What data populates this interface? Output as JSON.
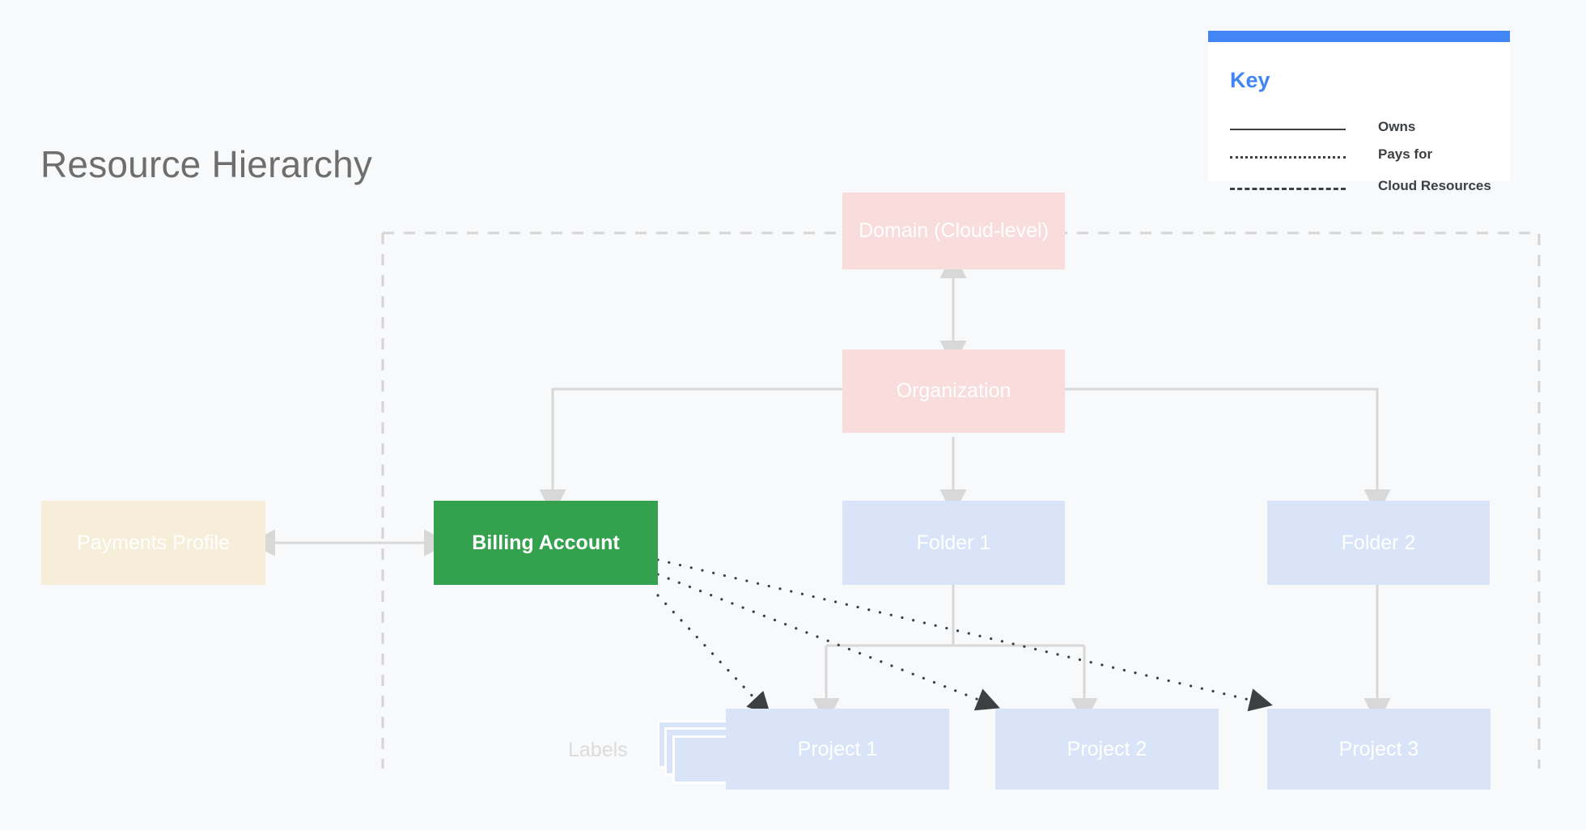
{
  "page": {
    "title": "Resource Hierarchy",
    "background_color": "#f7f9fa"
  },
  "key": {
    "title": "Key",
    "accent_color": "#4285f4",
    "rows": [
      {
        "style": "solid",
        "label": "Owns"
      },
      {
        "style": "dotted",
        "label": "Pays for"
      },
      {
        "style": "dashed",
        "label": "Cloud Resources"
      }
    ]
  },
  "diagram": {
    "nodes": [
      {
        "id": "domain",
        "label": "Domain (Cloud-level)",
        "color": "#f9dcdc"
      },
      {
        "id": "organization",
        "label": "Organization",
        "color": "#f9dcdc"
      },
      {
        "id": "payments",
        "label": "Payments Profile",
        "color": "#f7eed9"
      },
      {
        "id": "billing",
        "label": "Billing Account",
        "color": "#34a14e"
      },
      {
        "id": "folder1",
        "label": "Folder 1",
        "color": "#d9e4f8"
      },
      {
        "id": "folder2",
        "label": "Folder 2",
        "color": "#d9e4f8"
      },
      {
        "id": "project1",
        "label": "Project 1",
        "color": "#d9e4f8"
      },
      {
        "id": "project2",
        "label": "Project 2",
        "color": "#d9e4f8"
      },
      {
        "id": "project3",
        "label": "Project 3",
        "color": "#d9e4f8"
      }
    ],
    "labels_annotation": "Labels",
    "edges": [
      {
        "from": "domain",
        "to": "organization",
        "type": "owns",
        "arrows": "both"
      },
      {
        "from": "organization",
        "to": "billing",
        "type": "owns",
        "arrows": "end"
      },
      {
        "from": "organization",
        "to": "folder1",
        "type": "owns",
        "arrows": "end"
      },
      {
        "from": "organization",
        "to": "folder2",
        "type": "owns",
        "arrows": "end"
      },
      {
        "from": "payments",
        "to": "billing",
        "type": "owns",
        "arrows": "both"
      },
      {
        "from": "folder1",
        "to": "project1",
        "type": "owns",
        "arrows": "end"
      },
      {
        "from": "folder1",
        "to": "project2",
        "type": "owns",
        "arrows": "end"
      },
      {
        "from": "folder2",
        "to": "project3",
        "type": "owns",
        "arrows": "end"
      },
      {
        "from": "billing",
        "to": "project1",
        "type": "pays-for",
        "arrows": "end"
      },
      {
        "from": "billing",
        "to": "project2",
        "type": "pays-for",
        "arrows": "end"
      },
      {
        "from": "billing",
        "to": "project3",
        "type": "pays-for",
        "arrows": "end"
      }
    ],
    "cloud_resources_boundary": {
      "style": "dashed",
      "color": "#d4d4d4"
    }
  }
}
